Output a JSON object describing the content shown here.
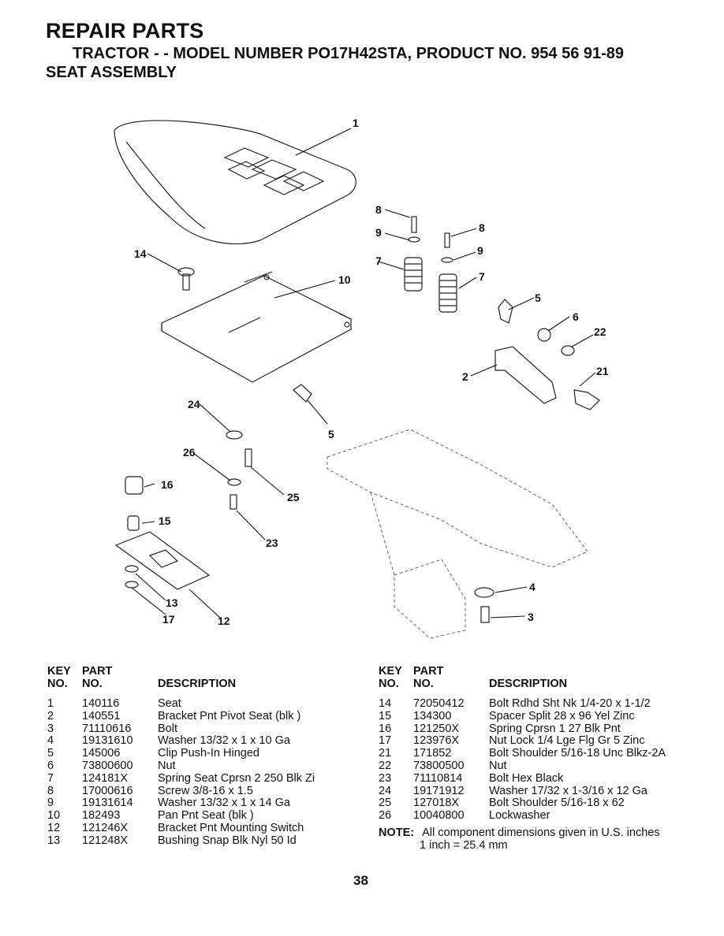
{
  "header": {
    "title": "REPAIR PARTS",
    "subtitle": "TRACTOR - - MODEL NUMBER PO17H42STA, PRODUCT NO. 954 56 91-89",
    "section": "SEAT ASSEMBLY"
  },
  "diagram": {
    "callouts": [
      "1",
      "8",
      "9",
      "8",
      "9",
      "7",
      "7",
      "5",
      "6",
      "22",
      "10",
      "14",
      "2",
      "21",
      "24",
      "5",
      "26",
      "16",
      "25",
      "15",
      "23",
      "4",
      "13",
      "3",
      "17",
      "12"
    ]
  },
  "table": {
    "hdr_key_1": "KEY",
    "hdr_key_2": "NO.",
    "hdr_part_1": "PART",
    "hdr_part_2": "NO.",
    "hdr_desc": "DESCRIPTION",
    "left_rows": [
      {
        "key": "1",
        "part": "140116",
        "desc": "Seat"
      },
      {
        "key": "2",
        "part": "140551",
        "desc": "Bracket Pnt Pivot Seat (blk )"
      },
      {
        "key": "3",
        "part": "71110616",
        "desc": "Bolt"
      },
      {
        "key": "4",
        "part": "19131610",
        "desc": "Washer 13/32 x 1 x 10 Ga"
      },
      {
        "key": "5",
        "part": "145006",
        "desc": "Clip Push-In Hinged"
      },
      {
        "key": "6",
        "part": "73800600",
        "desc": "Nut"
      },
      {
        "key": "7",
        "part": "124181X",
        "desc": "Spring Seat Cprsn 2 250 Blk Zi"
      },
      {
        "key": "8",
        "part": "17000616",
        "desc": "Screw 3/8-16 x 1.5"
      },
      {
        "key": "9",
        "part": "19131614",
        "desc": "Washer 13/32 x 1 x 14 Ga"
      },
      {
        "key": "10",
        "part": "182493",
        "desc": "Pan Pnt Seat (blk )"
      },
      {
        "key": "12",
        "part": "121246X",
        "desc": "Bracket Pnt Mounting Switch"
      },
      {
        "key": "13",
        "part": "121248X",
        "desc": "Bushing Snap Blk Nyl 50 Id"
      }
    ],
    "right_rows": [
      {
        "key": "14",
        "part": "72050412",
        "desc": "Bolt Rdhd Sht Nk 1/4-20 x 1-1/2"
      },
      {
        "key": "15",
        "part": "134300",
        "desc": "Spacer Split 28 x 96 Yel Zinc"
      },
      {
        "key": "16",
        "part": "121250X",
        "desc": "Spring Cprsn 1 27 Blk Pnt"
      },
      {
        "key": "17",
        "part": "123976X",
        "desc": "Nut Lock 1/4 Lge Flg Gr 5 Zinc"
      },
      {
        "key": "21",
        "part": "171852",
        "desc": "Bolt Shoulder 5/16-18 Unc Blkz-2A"
      },
      {
        "key": "22",
        "part": "73800500",
        "desc": "Nut"
      },
      {
        "key": "23",
        "part": "71110814",
        "desc": "Bolt Hex Black"
      },
      {
        "key": "24",
        "part": "19171912",
        "desc": "Washer 17/32 x 1-3/16 x 12 Ga"
      },
      {
        "key": "25",
        "part": "127018X",
        "desc": "Bolt Shoulder 5/16-18 x 62"
      },
      {
        "key": "26",
        "part": "10040800",
        "desc": "Lockwasher"
      }
    ]
  },
  "note": {
    "label": "NOTE:",
    "line1": "All component dimensions given in U.S. inches",
    "line2": "1 inch = 25.4 mm"
  },
  "page_number": "38"
}
